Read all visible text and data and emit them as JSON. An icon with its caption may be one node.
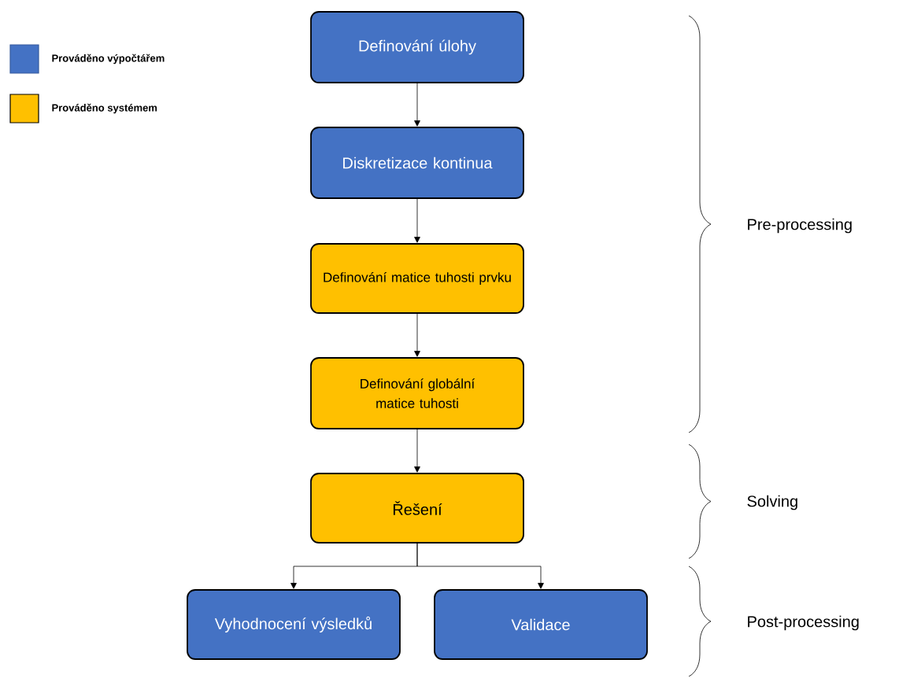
{
  "diagram": {
    "nodes": [
      {
        "text": [
          "Definování úlohy"
        ]
      },
      {
        "text": [
          "Diskretizace kontinua"
        ]
      },
      {
        "text": [
          "Definování matice tuhosti prvku"
        ]
      },
      {
        "text": [
          "Definování globální matice tuhosti"
        ]
      },
      {
        "text": [
          "Řešení"
        ]
      },
      {
        "text": [
          "Vyhodnocení výsledků"
        ]
      },
      {
        "text": [
          "Validace"
        ]
      }
    ],
    "edges": [
      {
        "from": 0,
        "to": 1,
        "arrow": "to"
      },
      {
        "from": 1,
        "to": 2,
        "arrow": "to"
      },
      {
        "from": 2,
        "to": 3,
        "arrow": "to"
      },
      {
        "from": 3,
        "to": 4,
        "arrow": "to"
      },
      {
        "from": 4,
        "to": 5,
        "arrow": "to"
      },
      {
        "from": 4,
        "to": 6,
        "arrow": "to"
      }
    ],
    "labels": [
      "Pre-processing",
      "Solving",
      "Post-processing"
    ],
    "legend": [
      {
        "text": "Prováděno výpočtářem",
        "color": "#4472c4"
      },
      {
        "text": "Prováděno systémem",
        "color": "#ffc000"
      }
    ]
  }
}
